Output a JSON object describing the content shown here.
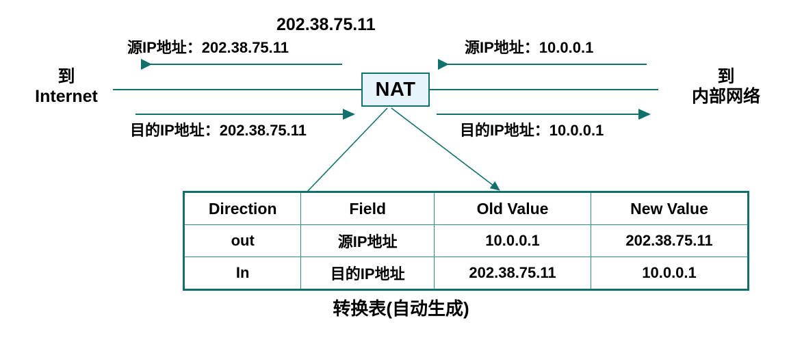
{
  "diagram": {
    "title": "NAT address translation diagram",
    "device": {
      "label": "NAT"
    },
    "endpoints": {
      "left_line1": "到",
      "left_line2": "Internet",
      "right_line1": "到",
      "right_line2": "内部网络"
    },
    "annotations": {
      "top_center": "202.38.75.11",
      "left_source": "源IP地址：202.38.75.11",
      "right_source": "源IP地址：10.0.0.1",
      "left_destination": "目的IP地址：202.38.75.11",
      "right_destination": "目的IP地址：10.0.0.1"
    },
    "colors": {
      "line": "#10706b",
      "table_border": "#10706b",
      "table_grid": "#2a8d86",
      "box_fill": "#e8f4fb",
      "text": "#000000"
    }
  },
  "table": {
    "caption": "转换表(自动生成)",
    "headers": [
      "Direction",
      "Field",
      "Old Value",
      "New Value"
    ],
    "rows": [
      [
        "out",
        "源IP地址",
        "10.0.0.1",
        "202.38.75.11"
      ],
      [
        "In",
        "目的IP地址",
        "202.38.75.11",
        "10.0.0.1"
      ]
    ]
  }
}
